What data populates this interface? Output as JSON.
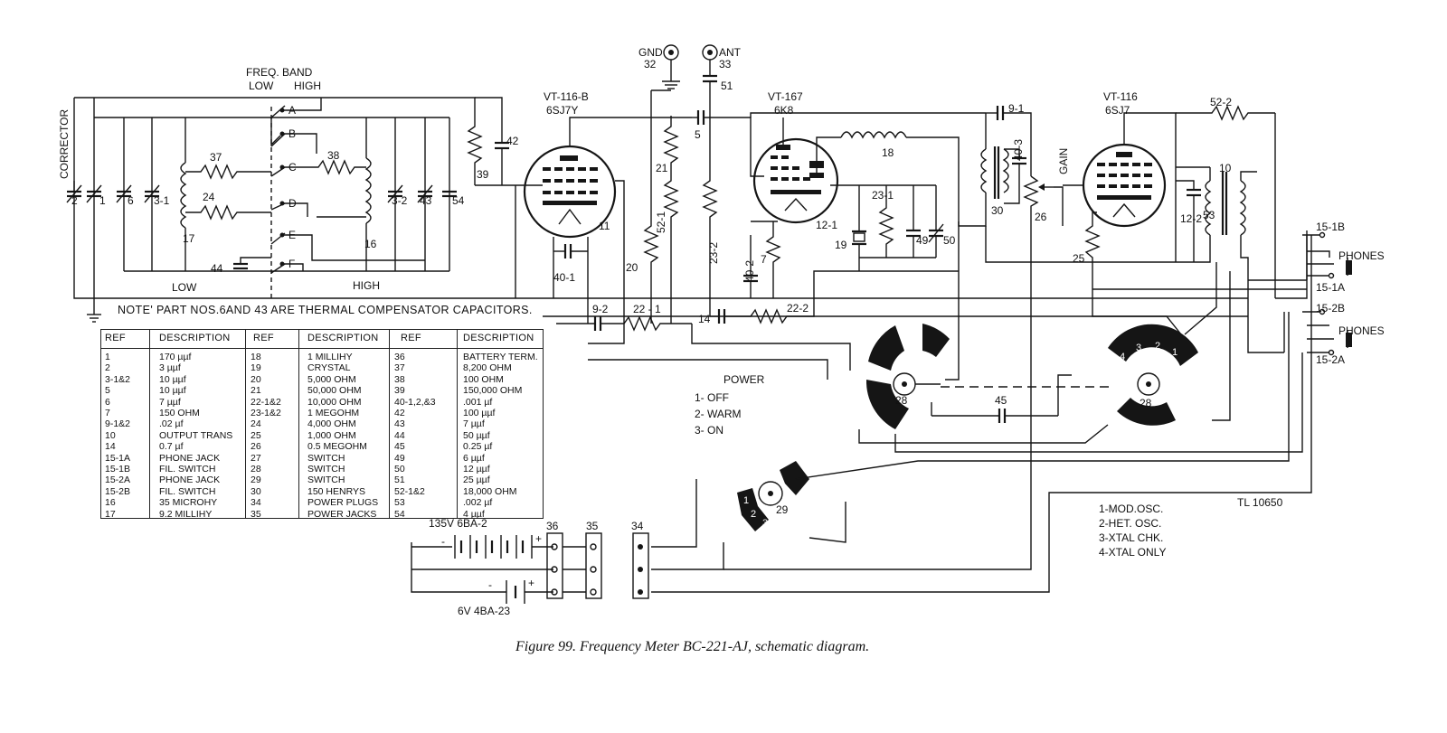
{
  "caption": "Figure 99.   Frequency Meter BC-221-AJ, schematic diagram.",
  "note": "NOTE' PART NOS.6AND 43 ARE THERMAL COMPENSATOR CAPACITORS.",
  "labels": {
    "corrector": "CORRECTOR",
    "freq_band": "FREQ. BAND",
    "low": "LOW",
    "high": "HIGH",
    "low_bottom": "LOW",
    "high_bottom": "HIGH",
    "gnd": "GND",
    "gnd_num": "32",
    "ant": "ANT",
    "ant_num": "33",
    "tube1_name": "VT-116-B",
    "tube1_type": "6SJ7Y",
    "tube2_name": "VT-167",
    "tube2_type": "6K8",
    "tube3_name": "VT-116",
    "tube3_type": "6SJ7",
    "gain": "GAIN",
    "phones1": "PHONES",
    "phones2": "PHONES",
    "j15_1b": "15-1B",
    "j15_1a": "15-1A",
    "j15_2b": "15-2B",
    "j15_2a": "15-2A",
    "power_title": "POWER",
    "power_1": "1- OFF",
    "power_2": "2- WARM",
    "power_3": "3- ON",
    "tl": "TL 10650",
    "batt_135": "135V  6BA-2",
    "batt_6": "6V  4BA-23",
    "mode_1": "1-MOD.OSC.",
    "mode_2": "2-HET. OSC.",
    "mode_3": "3-XTAL CHK.",
    "mode_4": "4-XTAL ONLY"
  },
  "table": {
    "headers": [
      "REF",
      "DESCRIPTION",
      "REF",
      "DESCRIPTION",
      "REF",
      "DESCRIPTION"
    ],
    "col1_ref": [
      "1",
      "2",
      "3-1&2",
      "5",
      "6",
      "7",
      "9-1&2",
      "10",
      "14",
      "15-1A",
      "15-1B",
      "15-2A",
      "15-2B",
      "16",
      "17"
    ],
    "col1_desc": [
      "170 µµf",
      "3 µµf",
      "10 µµf",
      "10 µµf",
      "7 µµf",
      "150 OHM",
      ".02 µf",
      "OUTPUT TRANS",
      "0.7 µf",
      "PHONE JACK",
      "FIL. SWITCH",
      "PHONE JACK",
      "FIL. SWITCH",
      "35 MICROHY",
      "9.2 MILLIHY"
    ],
    "col2_ref": [
      "18",
      "19",
      "20",
      "21",
      "22-1&2",
      "23-1&2",
      "24",
      "25",
      "26",
      "27",
      "28",
      "29",
      "30",
      "34",
      "35"
    ],
    "col2_desc": [
      "1 MILLIHY",
      "CRYSTAL",
      "5,000 OHM",
      "50,000 OHM",
      "10,000 OHM",
      "1 MEGOHM",
      "4,000 OHM",
      "1,000 OHM",
      "0.5 MEGOHM",
      "SWITCH",
      "SWITCH",
      "SWITCH",
      "150 HENRYS",
      "POWER PLUGS",
      "POWER JACKS"
    ],
    "col3_ref": [
      "36",
      "37",
      "38",
      "39",
      "40-1,2,&3",
      "42",
      "43",
      "44",
      "45",
      "49",
      "50",
      "51",
      "52-1&2",
      "53",
      "54"
    ],
    "col3_desc": [
      "BATTERY TERM.",
      "8,200 OHM",
      "100 OHM",
      "150,000 OHM",
      ".001 µf",
      "100 µµf",
      "7 µµf",
      "50 µµf",
      "0.25 µf",
      "6 µµf",
      "12 µµf",
      "25 µµf",
      "18,000 OHM",
      ".002 µf",
      "4 µµf"
    ]
  },
  "parts": [
    "2",
    "1",
    "6",
    "3-1",
    "37",
    "24",
    "17",
    "44",
    "38",
    "16",
    "3-2",
    "43",
    "54",
    "39",
    "42",
    "11",
    "40-1",
    "9-2",
    "22-1",
    "20",
    "21",
    "52-1",
    "5",
    "51",
    "23-2",
    "40-2",
    "14",
    "7",
    "22-2",
    "12-1",
    "19",
    "23-1",
    "49",
    "50",
    "18",
    "9-1",
    "40-3",
    "30",
    "26",
    "25",
    "53",
    "12-2",
    "10",
    "52-2",
    "28",
    "28",
    "45",
    "29",
    "36",
    "35",
    "34",
    "A",
    "B",
    "C",
    "D",
    "E",
    "F",
    "1",
    "2",
    "3",
    "4",
    "3",
    "2",
    "1"
  ]
}
